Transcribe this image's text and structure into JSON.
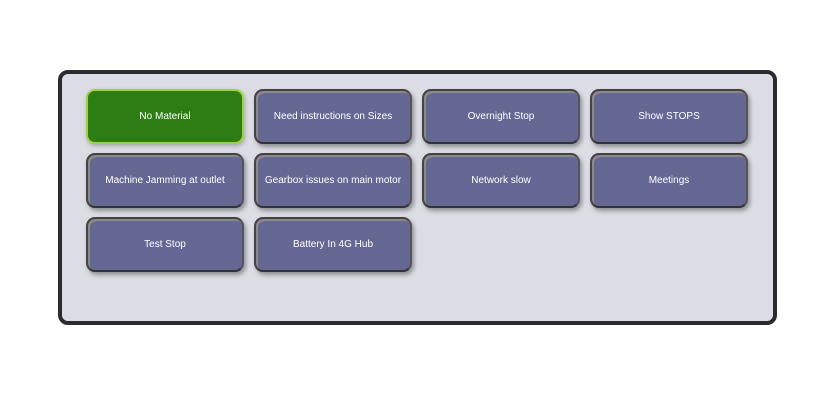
{
  "buttons": [
    {
      "label": "No Material",
      "active": true
    },
    {
      "label": "Need instructions on Sizes",
      "active": false
    },
    {
      "label": "Overnight Stop",
      "active": false
    },
    {
      "label": "Show STOPS",
      "active": false
    },
    {
      "label": "Machine Jamming at outlet",
      "active": false
    },
    {
      "label": "Gearbox issues on main motor",
      "active": false
    },
    {
      "label": "Network slow",
      "active": false
    },
    {
      "label": "Meetings",
      "active": false
    },
    {
      "label": "Test Stop",
      "active": false
    },
    {
      "label": "Battery In 4G Hub",
      "active": false
    }
  ],
  "colors": {
    "active": "#2d7d14",
    "default": "#646892"
  }
}
